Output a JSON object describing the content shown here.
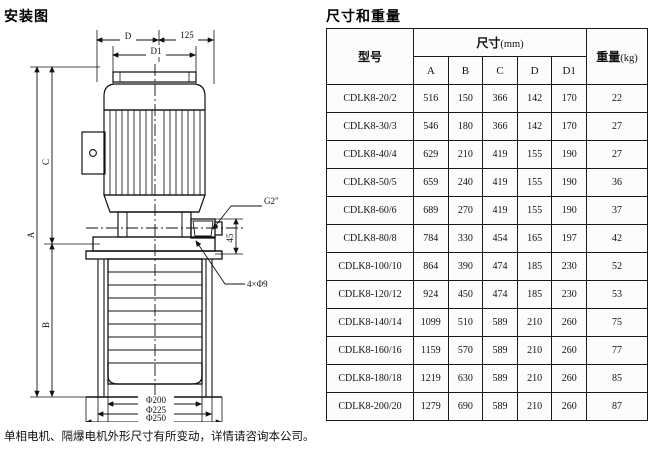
{
  "drawing": {
    "title": "安装图",
    "dimensions": {
      "top_D": "D",
      "top_125": "125",
      "top_D1": "D1",
      "left_A": "A",
      "left_B": "B",
      "left_C": "C",
      "outlet_thread": "G2\"",
      "outlet_height": "45",
      "bolt_holes": "4×Φ9",
      "base_bolt_circle": "Φ200",
      "base_mid": "Φ225",
      "base_outer": "Φ250"
    }
  },
  "footnote": "单相电机、隔爆电机外形尺寸有所变动，详情请咨询本公司。",
  "spec_table": {
    "title": "尺寸和重量",
    "header": {
      "model": "型号",
      "dimension_group_cn": "尺寸",
      "dimension_group_unit": "(mm)",
      "weight_cn": "重量",
      "weight_unit": "(kg)",
      "cols": [
        "A",
        "B",
        "C",
        "D",
        "D1"
      ]
    },
    "rows": [
      {
        "model": "CDLK8-20/2",
        "A": "516",
        "B": "150",
        "C": "366",
        "D": "142",
        "D1": "170",
        "weight": "22"
      },
      {
        "model": "CDLK8-30/3",
        "A": "546",
        "B": "180",
        "C": "366",
        "D": "142",
        "D1": "170",
        "weight": "27"
      },
      {
        "model": "CDLK8-40/4",
        "A": "629",
        "B": "210",
        "C": "419",
        "D": "155",
        "D1": "190",
        "weight": "27"
      },
      {
        "model": "CDLK8-50/5",
        "A": "659",
        "B": "240",
        "C": "419",
        "D": "155",
        "D1": "190",
        "weight": "36"
      },
      {
        "model": "CDLK8-60/6",
        "A": "689",
        "B": "270",
        "C": "419",
        "D": "155",
        "D1": "190",
        "weight": "37"
      },
      {
        "model": "CDLK8-80/8",
        "A": "784",
        "B": "330",
        "C": "454",
        "D": "165",
        "D1": "197",
        "weight": "42"
      },
      {
        "model": "CDLK8-100/10",
        "A": "864",
        "B": "390",
        "C": "474",
        "D": "185",
        "D1": "230",
        "weight": "52"
      },
      {
        "model": "CDLK8-120/12",
        "A": "924",
        "B": "450",
        "C": "474",
        "D": "185",
        "D1": "230",
        "weight": "53"
      },
      {
        "model": "CDLK8-140/14",
        "A": "1099",
        "B": "510",
        "C": "589",
        "D": "210",
        "D1": "260",
        "weight": "75"
      },
      {
        "model": "CDLK8-160/16",
        "A": "1159",
        "B": "570",
        "C": "589",
        "D": "210",
        "D1": "260",
        "weight": "77"
      },
      {
        "model": "CDLK8-180/18",
        "A": "1219",
        "B": "630",
        "C": "589",
        "D": "210",
        "D1": "260",
        "weight": "85"
      },
      {
        "model": "CDLK8-200/20",
        "A": "1279",
        "B": "690",
        "C": "589",
        "D": "210",
        "D1": "260",
        "weight": "87"
      }
    ]
  },
  "colors": {
    "ink": "#111111",
    "paper": "#ffffff",
    "cell_bg": "#fcfcfc"
  }
}
